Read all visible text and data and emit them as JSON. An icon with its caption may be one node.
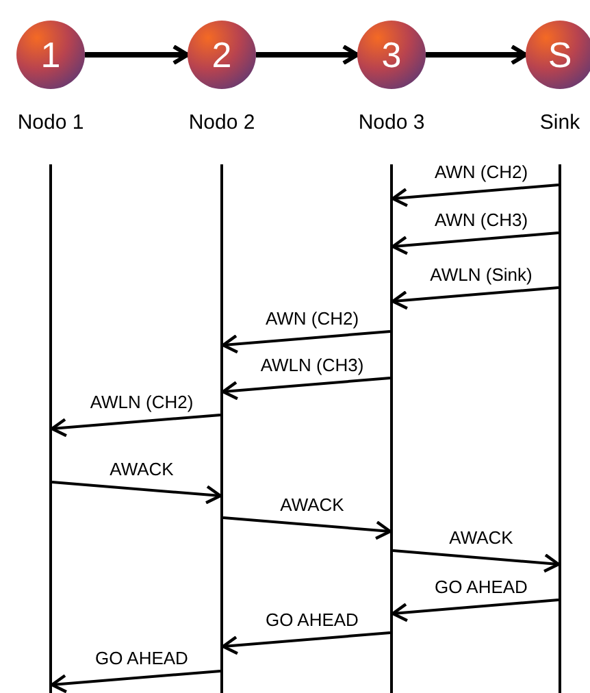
{
  "diagram": {
    "nodes": [
      {
        "text": [
          "1"
        ],
        "beside": [
          "Nodo 1"
        ]
      },
      {
        "text": [
          "2"
        ],
        "beside": [
          "Nodo 2"
        ]
      },
      {
        "text": [
          "3"
        ],
        "beside": [
          "Nodo 3"
        ]
      },
      {
        "text": [
          "S"
        ],
        "beside": [
          "Sink"
        ]
      },
      {
        "text": [],
        "shape": "bar"
      },
      {
        "text": [],
        "shape": "bar"
      },
      {
        "text": [],
        "shape": "bar"
      },
      {
        "text": [],
        "shape": "bar"
      }
    ],
    "edges": [
      {
        "from": 0,
        "to": 1,
        "arrow": "to",
        "style": "thick"
      },
      {
        "from": 1,
        "to": 2,
        "arrow": "to",
        "style": "thick"
      },
      {
        "from": 2,
        "to": 3,
        "arrow": "to",
        "style": "thick"
      },
      {
        "from": 7,
        "to": 6,
        "arrow": "to",
        "label": "AWN (CH2)"
      },
      {
        "from": 7,
        "to": 6,
        "arrow": "to",
        "label": "AWN (CH3)"
      },
      {
        "from": 7,
        "to": 6,
        "arrow": "to",
        "label": "AWLN (Sink)"
      },
      {
        "from": 6,
        "to": 5,
        "arrow": "to",
        "label": "AWN (CH2)"
      },
      {
        "from": 6,
        "to": 5,
        "arrow": "to",
        "label": "AWLN (CH3)"
      },
      {
        "from": 5,
        "to": 4,
        "arrow": "to",
        "label": "AWLN (CH2)"
      },
      {
        "from": 4,
        "to": 5,
        "arrow": "to",
        "label": "AWACK"
      },
      {
        "from": 5,
        "to": 6,
        "arrow": "to",
        "label": "AWACK"
      },
      {
        "from": 6,
        "to": 7,
        "arrow": "to",
        "label": "AWACK"
      },
      {
        "from": 7,
        "to": 6,
        "arrow": "to",
        "label": "GO AHEAD"
      },
      {
        "from": 6,
        "to": 5,
        "arrow": "to",
        "label": "GO AHEAD"
      },
      {
        "from": 5,
        "to": 4,
        "arrow": "to",
        "label": "GO AHEAD"
      }
    ]
  }
}
